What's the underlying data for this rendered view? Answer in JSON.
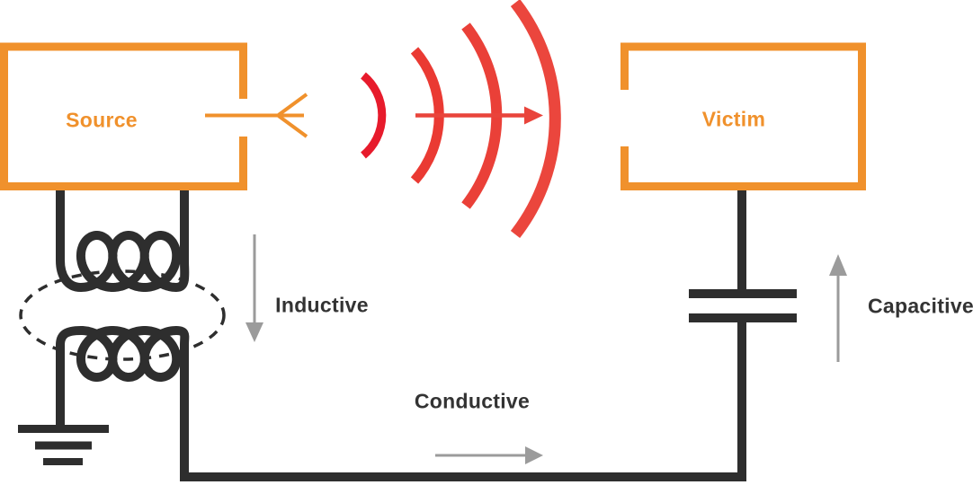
{
  "nodes": {
    "source": {
      "label": "Source"
    },
    "victim": {
      "label": "Victim"
    }
  },
  "coupling_paths": {
    "inductive": {
      "label": "Inductive",
      "arrow_direction": "down"
    },
    "capacitive": {
      "label": "Capacitive",
      "arrow_direction": "up"
    },
    "conductive": {
      "label": "Conductive",
      "arrow_direction": "right"
    },
    "radiated": {
      "arrow_direction": "right",
      "wave_count": 4
    }
  },
  "colors": {
    "box_orange": "#f0912c",
    "wave_red": "#ea3f37",
    "wave_red_inner": "#e71b2c",
    "wire_black": "#2e2e2e",
    "arrow_gray": "#9b9b9b",
    "label_gray": "#333333"
  }
}
